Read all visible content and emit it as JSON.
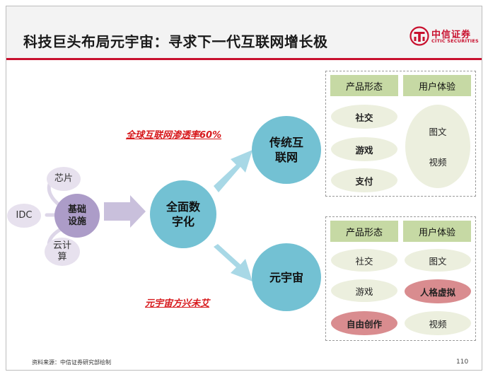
{
  "header": {
    "title": "科技巨头布局元宇宙：寻求下一代互联网增长极",
    "logo_cn": "中信证券",
    "logo_en": "CITIC SECURITIES"
  },
  "left": {
    "idc": "IDC",
    "chip": "芯片",
    "cloud_line1": "云计",
    "cloud_line2": "算",
    "base_line1": "基础",
    "base_line2": "设施"
  },
  "center": {
    "digital_line1": "全面数",
    "digital_line2": "字化"
  },
  "branches": {
    "internet_caption": "全球互联网渗透率60%",
    "internet_line1": "传统互",
    "internet_line2": "联网",
    "metaverse_caption": "元宇宙方兴未艾",
    "metaverse": "元宇宙"
  },
  "top_panel": {
    "product_header": "产品形态",
    "ux_header": "用户体验",
    "products": [
      "社交",
      "游戏",
      "支付"
    ],
    "ux": [
      "图文",
      "视频"
    ]
  },
  "bottom_panel": {
    "product_header": "产品形态",
    "ux_header": "用户体验",
    "products": [
      "社交",
      "游戏",
      "自由创作"
    ],
    "ux": [
      "图文",
      "人格虚拟",
      "视频"
    ]
  },
  "footer": {
    "source": "资料来源：中信证券研究部绘制",
    "page": "110"
  },
  "colors": {
    "brand_red": "#c8102e",
    "teal": "#73c1d3",
    "purple": "#ac9cc8",
    "light_purple": "#e7e1ee",
    "arrow": "#c9c0dc",
    "arrow_blue": "#a8d8e6",
    "header_green": "#c6d9a4",
    "oval_bg": "#ecefde",
    "highlight": "#d98c8f"
  }
}
